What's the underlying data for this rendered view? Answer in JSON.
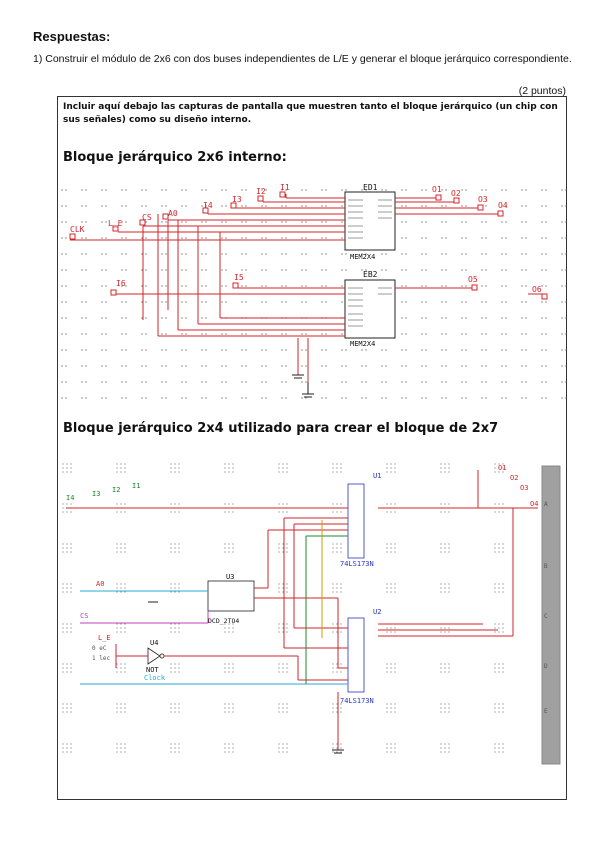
{
  "header": {
    "title": "Respuestas:",
    "question": "1) Construir el módulo de 2x6 con dos buses independientes de L/E y generar el bloque jerárquico correspondiente.",
    "points": "(2 puntos)"
  },
  "answer_box": {
    "instructions": "Incluir aquí debajo las capturas de pantalla que muestren tanto el bloque jerárquico (un chip con sus señales) como su diseño interno.",
    "section1_heading": "Bloque jerárquico 2x6 interno:",
    "section2_heading": "Bloque jerárquico 2x4 utilizado para crear el bloque de 2x7"
  },
  "schematic1": {
    "block1_name": "ED1",
    "block1_type": "MEM2X4",
    "block2_name": "EB2",
    "block2_type": "MEM2X4",
    "inputs": [
      "I1",
      "I2",
      "I3",
      "I4",
      "I5",
      "I6"
    ],
    "outputs": [
      "O1",
      "O2",
      "O3",
      "O4",
      "O5",
      "O6"
    ],
    "controls": [
      "CLK",
      "L_E",
      "CS",
      "A0"
    ]
  },
  "schematic2": {
    "chip_u1": "U1",
    "chip_u1_part": "74LS173N",
    "chip_u2": "U2",
    "chip_u2_part": "74LS173N",
    "chip_u3": "U3",
    "chip_u3_part": "DCD_2TO4",
    "chip_u4": "U4",
    "chip_u4_part": "NOT",
    "labels": {
      "i4": "I4",
      "i3": "I3",
      "i2": "I2",
      "i1": "I1",
      "a0": "A0",
      "cs": "CS",
      "le": "L_E",
      "clock": "Clock",
      "o_e": "0 eC",
      "lec": "1 lec",
      "o1": "O1",
      "o2": "O2",
      "o3": "O3",
      "o4": "O4"
    }
  }
}
